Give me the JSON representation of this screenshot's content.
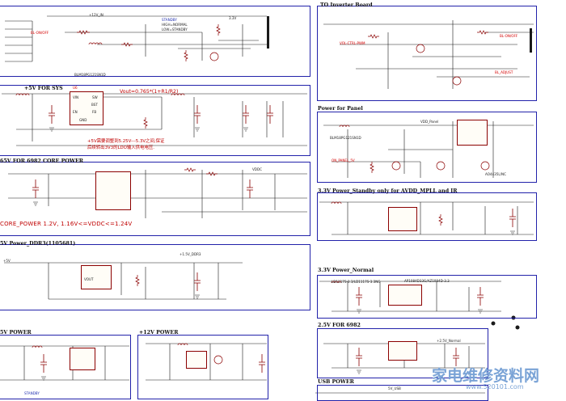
{
  "sections": {
    "inverter_board": {
      "title": "TO Inverter Board"
    },
    "sys5v": {
      "title": "+5V FOR SYS"
    },
    "core_power": {
      "title": "65V FOR 6982 CORE POWER"
    },
    "ddr_power": {
      "title": "5V Power_DDR3(1105681)"
    },
    "power_panel": {
      "title": "Power for Panel"
    },
    "standby_33v": {
      "title": "3.3V Power_Standby only for AVDD_MPLL and IR"
    },
    "normal_33v": {
      "title": "3.3V Power_Normal"
    },
    "for_6982_25v": {
      "title": "2.5V FOR 6982"
    },
    "p5v_bottom": {
      "title": "5V POWER"
    },
    "p12v": {
      "title": "+12V POWER"
    },
    "usb_power": {
      "title": "USB POWER"
    }
  },
  "notes": {
    "vout_formula": "Vout=0.765*(1+R1/R2)",
    "sys5v_line1": "+5V需要调整到5.25V---5.3V之间,保证",
    "sys5v_line2": "后续转出3V3的LDO输入供电电压.",
    "core_voltage": "CORE_POWER 1.2V, 1.16V<=VDDC<=1.24V"
  },
  "labels": {
    "ic_u6": "U6",
    "pin_vin": "VIN",
    "pin_sw": "SW",
    "pin_bst": "BST",
    "pin_fb": "FB",
    "pin_en": "EN",
    "pin_gnd": "GND",
    "pin_vout": "VOUT",
    "bl_onoff": "BL-ON/OFF",
    "bl_adjust": "BL_ADJUST",
    "standby": "STANDBY",
    "standby_high": "HIGH=NORMAL",
    "standby_low": "LOW=STANDBY",
    "vol_ctrl": "VOL-CTRL-PWM",
    "plus_12v": "+12V_IN",
    "p5v": "+5V",
    "p33v": "3.3V",
    "vdd_panel": "VDD_Panel",
    "on_panel": "ON_PANEL_5V",
    "ao4435": "AO4435L/NC",
    "vddc": "VDDC",
    "avdd_ddr": "+1.5V_DDR3",
    "ld1117": "LD1117S-3.3/LD1117S-3.3NC",
    "ap1084": "AP1084D33G/AZ1084D-3.3",
    "sd_normal": "+2.5V_Normal",
    "standby_5v": "5V_USB",
    "inductor_bl": "BLM18PG121SN1D"
  },
  "watermark": {
    "cn": "家电维修资料网",
    "url": "www.520101.com"
  },
  "colors": {
    "border": "#2222aa",
    "wire": "#1a1a1a",
    "component": "#8b0000",
    "note": "#c00000",
    "watermark": "#7aa3d6"
  }
}
